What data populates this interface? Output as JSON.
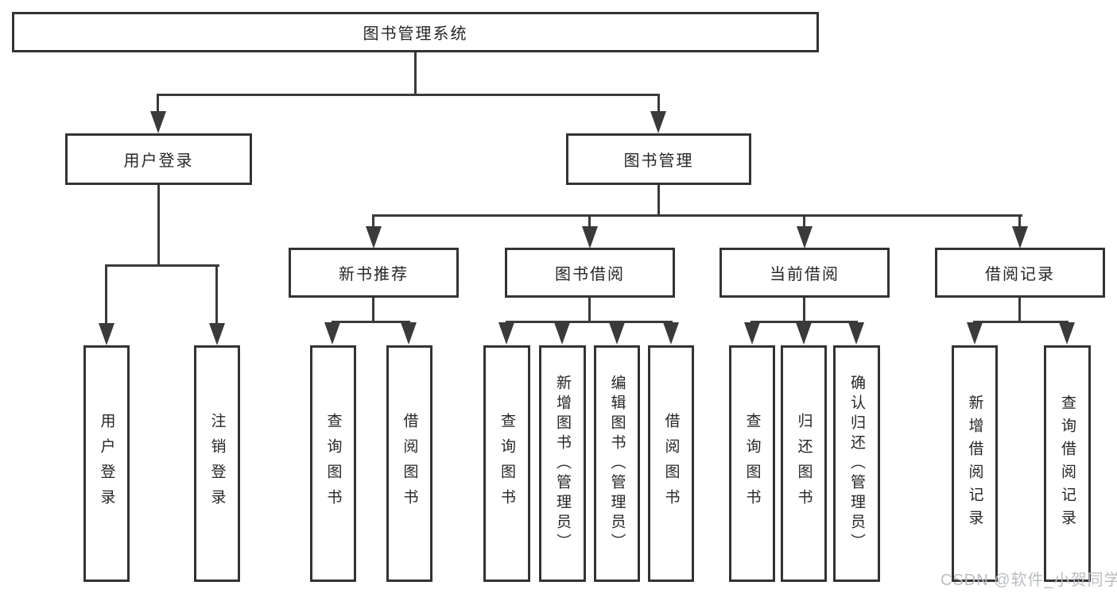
{
  "colors": {
    "background": "#ffffff",
    "line": "#3a3a3a",
    "border": "#333333",
    "text": "#262626",
    "watermark": "#b9bdc1"
  },
  "tree": {
    "root": {
      "label": "图书管理系统"
    },
    "branches": [
      {
        "label": "用户登录",
        "children": [
          {
            "label": "用户登录"
          },
          {
            "label": "注销登录"
          }
        ]
      },
      {
        "label": "图书管理",
        "children": [
          {
            "label": "新书推荐",
            "children": [
              {
                "label": "查询图书"
              },
              {
                "label": "借阅图书"
              }
            ]
          },
          {
            "label": "图书借阅",
            "children": [
              {
                "label": "查询图书"
              },
              {
                "label": "新增图书（管理员）"
              },
              {
                "label": "编辑图书（管理员）"
              },
              {
                "label": "借阅图书"
              }
            ]
          },
          {
            "label": "当前借阅",
            "children": [
              {
                "label": "查询图书"
              },
              {
                "label": "归还图书"
              },
              {
                "label": "确认归还（管理员）"
              }
            ]
          },
          {
            "label": "借阅记录",
            "children": [
              {
                "label": "新增借阅记录"
              },
              {
                "label": "查询借阅记录"
              }
            ]
          }
        ]
      }
    ]
  },
  "watermark": {
    "text": "CSDN @软件_小贺同学"
  }
}
